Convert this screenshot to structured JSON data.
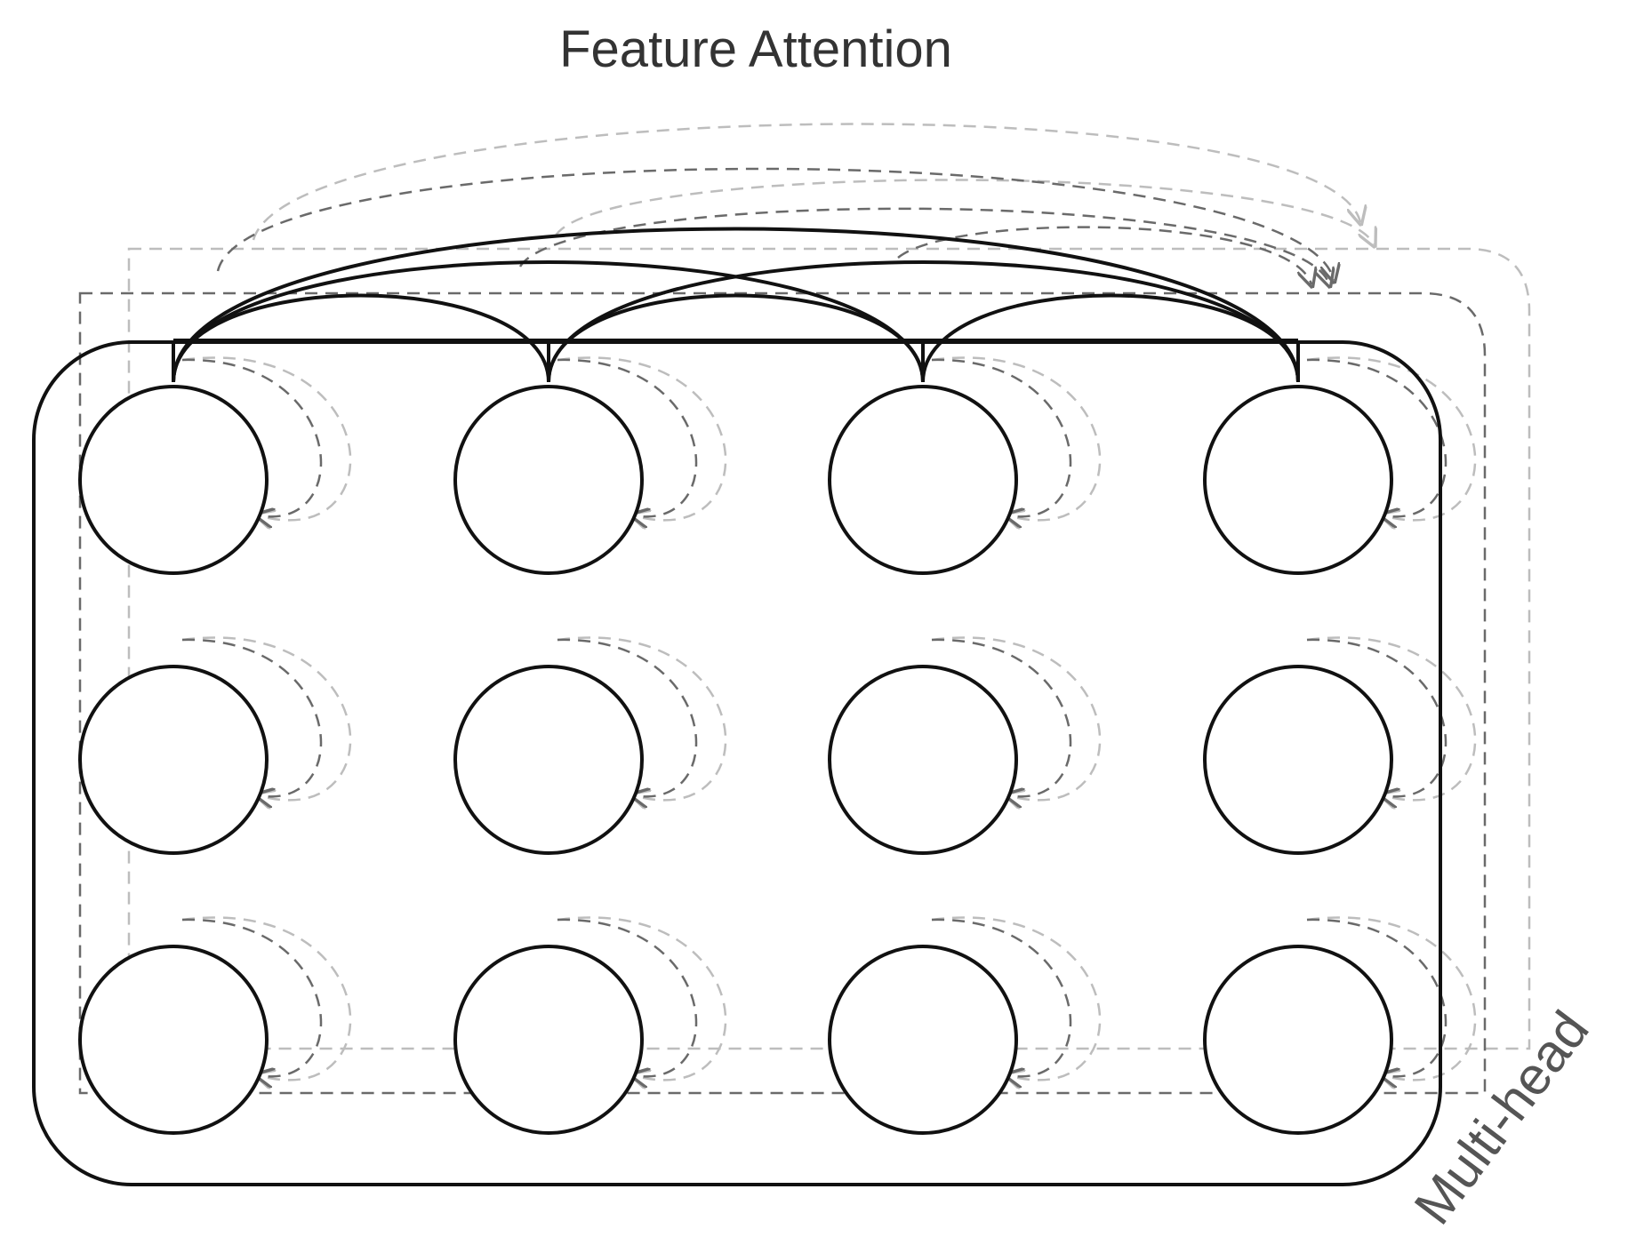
{
  "title": "Feature Attention",
  "multi_head_label": "Multi-head",
  "grid": {
    "rows": 3,
    "columns": 4
  },
  "heads": [
    {
      "color": "#bdbdbd",
      "dashed": true
    },
    {
      "color": "#6a6a6a",
      "dashed": true
    },
    {
      "color": "#111111",
      "dashed": false
    }
  ],
  "colors": {
    "node_stroke": "#111111",
    "background": "#ffffff"
  }
}
